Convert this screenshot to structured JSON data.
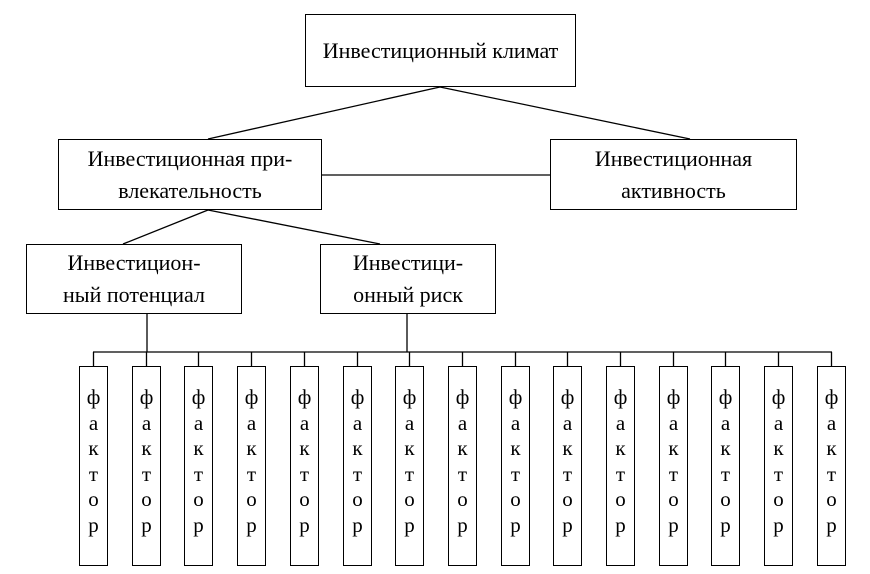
{
  "nodes": {
    "climate": [
      "Инвестиционный климат"
    ],
    "attractiveness": [
      "Инвестиционная при-",
      "влекательность"
    ],
    "activity": [
      "Инвестиционная",
      "активность"
    ],
    "potential": [
      "Инвестицион-",
      "ный потенциал"
    ],
    "risk": [
      "Инвестици-",
      "онный риск"
    ]
  },
  "factor_letters": [
    "ф",
    "а",
    "к",
    "т",
    "о",
    "р"
  ],
  "factor_count": 15
}
